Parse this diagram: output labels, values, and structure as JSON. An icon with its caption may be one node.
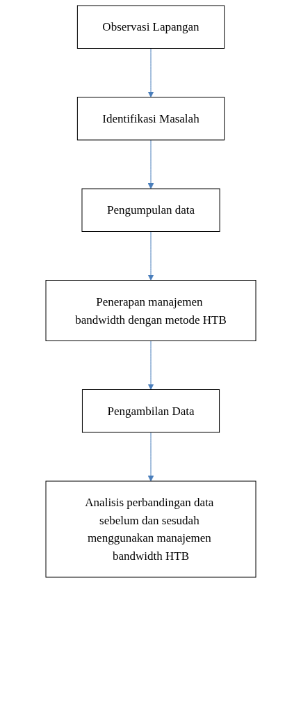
{
  "diagram": {
    "nodes": [
      {
        "text": [
          "Observasi Lapangan"
        ]
      },
      {
        "text": [
          "Identifikasi Masalah"
        ]
      },
      {
        "text": [
          "Pengumpulan data"
        ]
      },
      {
        "text": [
          "Penerapan manajemen bandwidth dengan metode HTB"
        ]
      },
      {
        "text": [
          "Pengambilan Data"
        ]
      },
      {
        "text": [
          "Analisis perbandingan data sebelum dan sesudah menggunakan manajemen bandwidth HTB"
        ]
      }
    ],
    "edges": [
      {
        "from": 0,
        "to": 1,
        "arrow": "to"
      },
      {
        "from": 1,
        "to": 2,
        "arrow": "to"
      },
      {
        "from": 2,
        "to": 3,
        "arrow": "to"
      },
      {
        "from": 3,
        "to": 4,
        "arrow": "to"
      },
      {
        "from": 4,
        "to": 5,
        "arrow": "to"
      }
    ]
  }
}
